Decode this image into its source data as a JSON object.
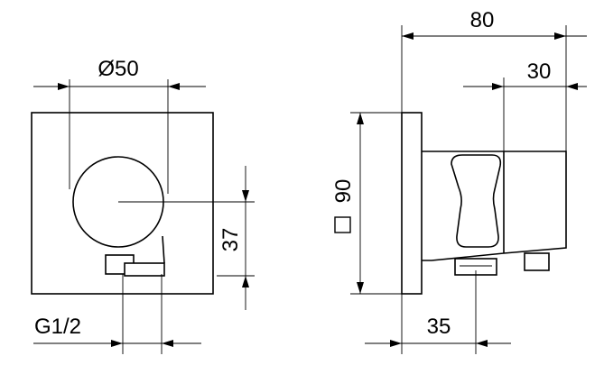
{
  "drawing": {
    "front_view": {
      "dim_diameter": "Ø50",
      "dim_height_offset": "37",
      "dim_thread": "G1/2"
    },
    "side_view": {
      "dim_total_depth": "80",
      "dim_holder_depth": "30",
      "dim_square_size": "90",
      "dim_outlet_offset": "35"
    }
  }
}
